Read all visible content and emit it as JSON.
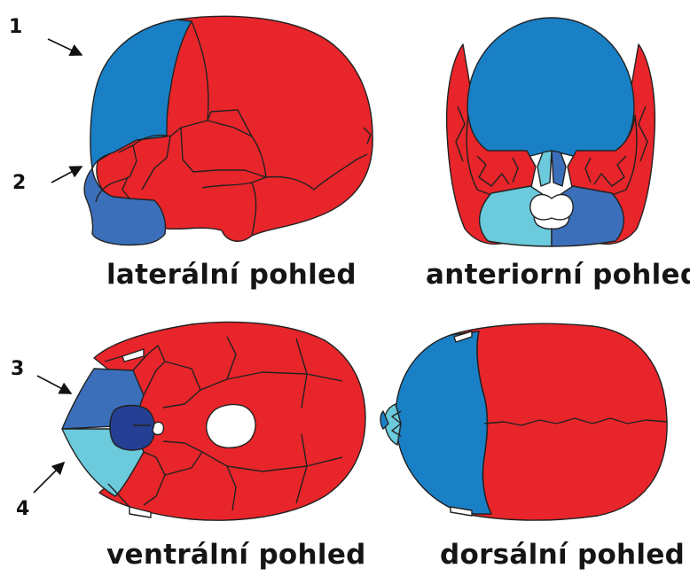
{
  "colors": {
    "red": "#E8252A",
    "blue": "#1A80C6",
    "mid_blue": "#3B6FBA",
    "dark_blue": "#253F94",
    "light_blue": "#6BCADB",
    "outline": "#222222",
    "text": "#151515"
  },
  "views": {
    "lateral": {
      "label": "laterální pohled"
    },
    "anterior": {
      "label": "anteriorní pohled"
    },
    "ventral": {
      "label": "ventrální pohled"
    },
    "dorsal": {
      "label": "dorsální pohled"
    }
  },
  "markers": [
    {
      "number": "1"
    },
    {
      "number": "2"
    },
    {
      "number": "3"
    },
    {
      "number": "4"
    }
  ]
}
